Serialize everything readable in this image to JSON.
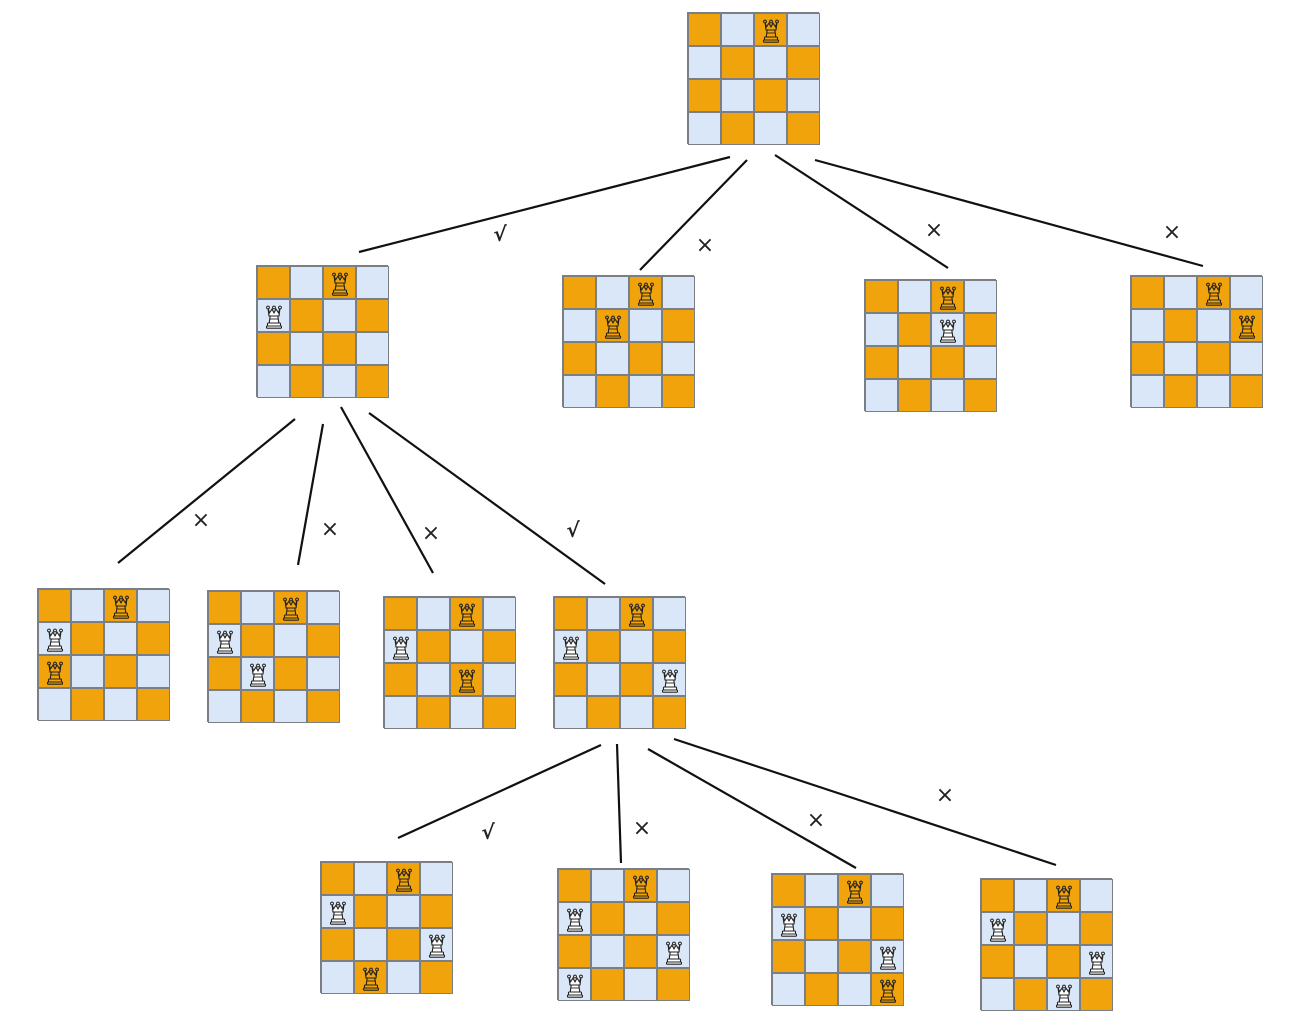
{
  "colors": {
    "light_square": "#dae7f8",
    "dark_square": "#f0a30a",
    "edge": "#111111",
    "queen_line": "#222222",
    "white_queen_fill": "#ffffff",
    "placed_queen_fill": "#f0a30a"
  },
  "symbols": {
    "ok": "√",
    "fail": "×"
  },
  "icons": {
    "queen": "chess-queen-icon"
  },
  "nodes": [
    {
      "id": "root",
      "status": "",
      "queens": [
        {
          "row": 0,
          "col": 2,
          "tone": "orange"
        }
      ]
    },
    {
      "id": "r1-a",
      "status": "√",
      "queens": [
        {
          "row": 0,
          "col": 2,
          "tone": "orange"
        },
        {
          "row": 1,
          "col": 0,
          "tone": "white"
        }
      ]
    },
    {
      "id": "r1-b",
      "status": "×",
      "queens": [
        {
          "row": 0,
          "col": 2,
          "tone": "orange"
        },
        {
          "row": 1,
          "col": 1,
          "tone": "orange"
        }
      ]
    },
    {
      "id": "r1-c",
      "status": "×",
      "queens": [
        {
          "row": 0,
          "col": 2,
          "tone": "orange"
        },
        {
          "row": 1,
          "col": 2,
          "tone": "white"
        }
      ]
    },
    {
      "id": "r1-d",
      "status": "×",
      "queens": [
        {
          "row": 0,
          "col": 2,
          "tone": "orange"
        },
        {
          "row": 1,
          "col": 3,
          "tone": "orange"
        }
      ]
    },
    {
      "id": "r2-a",
      "status": "×",
      "queens": [
        {
          "row": 0,
          "col": 2,
          "tone": "orange"
        },
        {
          "row": 1,
          "col": 0,
          "tone": "white"
        },
        {
          "row": 2,
          "col": 0,
          "tone": "orange"
        }
      ]
    },
    {
      "id": "r2-b",
      "status": "×",
      "queens": [
        {
          "row": 0,
          "col": 2,
          "tone": "orange"
        },
        {
          "row": 1,
          "col": 0,
          "tone": "white"
        },
        {
          "row": 2,
          "col": 1,
          "tone": "white"
        }
      ]
    },
    {
      "id": "r2-c",
      "status": "×",
      "queens": [
        {
          "row": 0,
          "col": 2,
          "tone": "orange"
        },
        {
          "row": 1,
          "col": 0,
          "tone": "white"
        },
        {
          "row": 2,
          "col": 2,
          "tone": "orange"
        }
      ]
    },
    {
      "id": "r2-d",
      "status": "√",
      "queens": [
        {
          "row": 0,
          "col": 2,
          "tone": "orange"
        },
        {
          "row": 1,
          "col": 0,
          "tone": "white"
        },
        {
          "row": 2,
          "col": 3,
          "tone": "white"
        }
      ]
    },
    {
      "id": "r3-a",
      "status": "√",
      "queens": [
        {
          "row": 0,
          "col": 2,
          "tone": "orange"
        },
        {
          "row": 1,
          "col": 0,
          "tone": "white"
        },
        {
          "row": 2,
          "col": 3,
          "tone": "white"
        },
        {
          "row": 3,
          "col": 1,
          "tone": "orange"
        }
      ]
    },
    {
      "id": "r3-b",
      "status": "×",
      "queens": [
        {
          "row": 0,
          "col": 2,
          "tone": "orange"
        },
        {
          "row": 1,
          "col": 0,
          "tone": "white"
        },
        {
          "row": 2,
          "col": 3,
          "tone": "white"
        },
        {
          "row": 3,
          "col": 0,
          "tone": "white"
        }
      ]
    },
    {
      "id": "r3-c",
      "status": "×",
      "queens": [
        {
          "row": 0,
          "col": 2,
          "tone": "orange"
        },
        {
          "row": 1,
          "col": 0,
          "tone": "white"
        },
        {
          "row": 2,
          "col": 3,
          "tone": "white"
        },
        {
          "row": 3,
          "col": 3,
          "tone": "orange"
        }
      ]
    },
    {
      "id": "r3-d",
      "status": "×",
      "queens": [
        {
          "row": 0,
          "col": 2,
          "tone": "orange"
        },
        {
          "row": 1,
          "col": 0,
          "tone": "white"
        },
        {
          "row": 2,
          "col": 3,
          "tone": "white"
        },
        {
          "row": 3,
          "col": 2,
          "tone": "white"
        }
      ]
    }
  ],
  "edges": [
    {
      "from": "root",
      "to": "r1-a"
    },
    {
      "from": "root",
      "to": "r1-b"
    },
    {
      "from": "root",
      "to": "r1-c"
    },
    {
      "from": "root",
      "to": "r1-d"
    },
    {
      "from": "r1-a",
      "to": "r2-a"
    },
    {
      "from": "r1-a",
      "to": "r2-b"
    },
    {
      "from": "r1-a",
      "to": "r2-c"
    },
    {
      "from": "r1-a",
      "to": "r2-d"
    },
    {
      "from": "r2-d",
      "to": "r3-a"
    },
    {
      "from": "r2-d",
      "to": "r3-b"
    },
    {
      "from": "r2-d",
      "to": "r3-c"
    },
    {
      "from": "r2-d",
      "to": "r3-d"
    }
  ]
}
